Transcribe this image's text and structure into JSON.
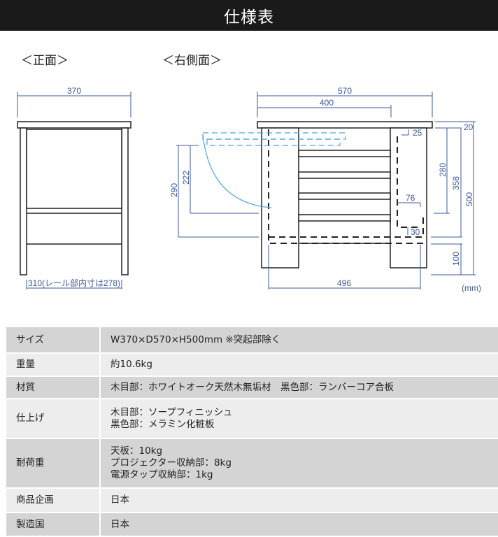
{
  "title": "仕様表",
  "views": {
    "front": "＜正面＞",
    "side": "＜右側面＞"
  },
  "dims": {
    "front_width": "370",
    "front_inner": "310(レール部内寸は278)",
    "side_depth": "570",
    "side_400": "400",
    "d20": "20",
    "d25": "25",
    "d280": "280",
    "d358": "358",
    "d500": "500",
    "d76": "76",
    "d30": "30",
    "d100": "100",
    "d496": "496",
    "d290": "290",
    "d222": "222",
    "unit": "(mm)"
  },
  "specs": [
    {
      "label": "サイズ",
      "lines": [
        "W370×D570×H500mm ※突起部除く"
      ]
    },
    {
      "label": "重量",
      "lines": [
        "約10.6kg"
      ]
    },
    {
      "label": "材質",
      "lines": [
        "木目部：ホワイトオーク天然木無垢材　黒色部：ランバーコア合板"
      ]
    },
    {
      "label": "仕上げ",
      "lines": [
        "木目部：ソープフィニッシュ",
        "黒色部：メラミン化粧板"
      ]
    },
    {
      "label": "耐荷重",
      "lines": [
        "天板：10kg",
        "プロジェクター収納部：8kg",
        "電源タップ収納部：1kg"
      ]
    },
    {
      "label": "商品企画",
      "lines": [
        "日本"
      ]
    },
    {
      "label": "製造国",
      "lines": [
        "日本"
      ]
    }
  ],
  "colors": {
    "dimension": "#3d5a9e",
    "swing": "#4fa3dc",
    "header": "#1a1a1a"
  }
}
